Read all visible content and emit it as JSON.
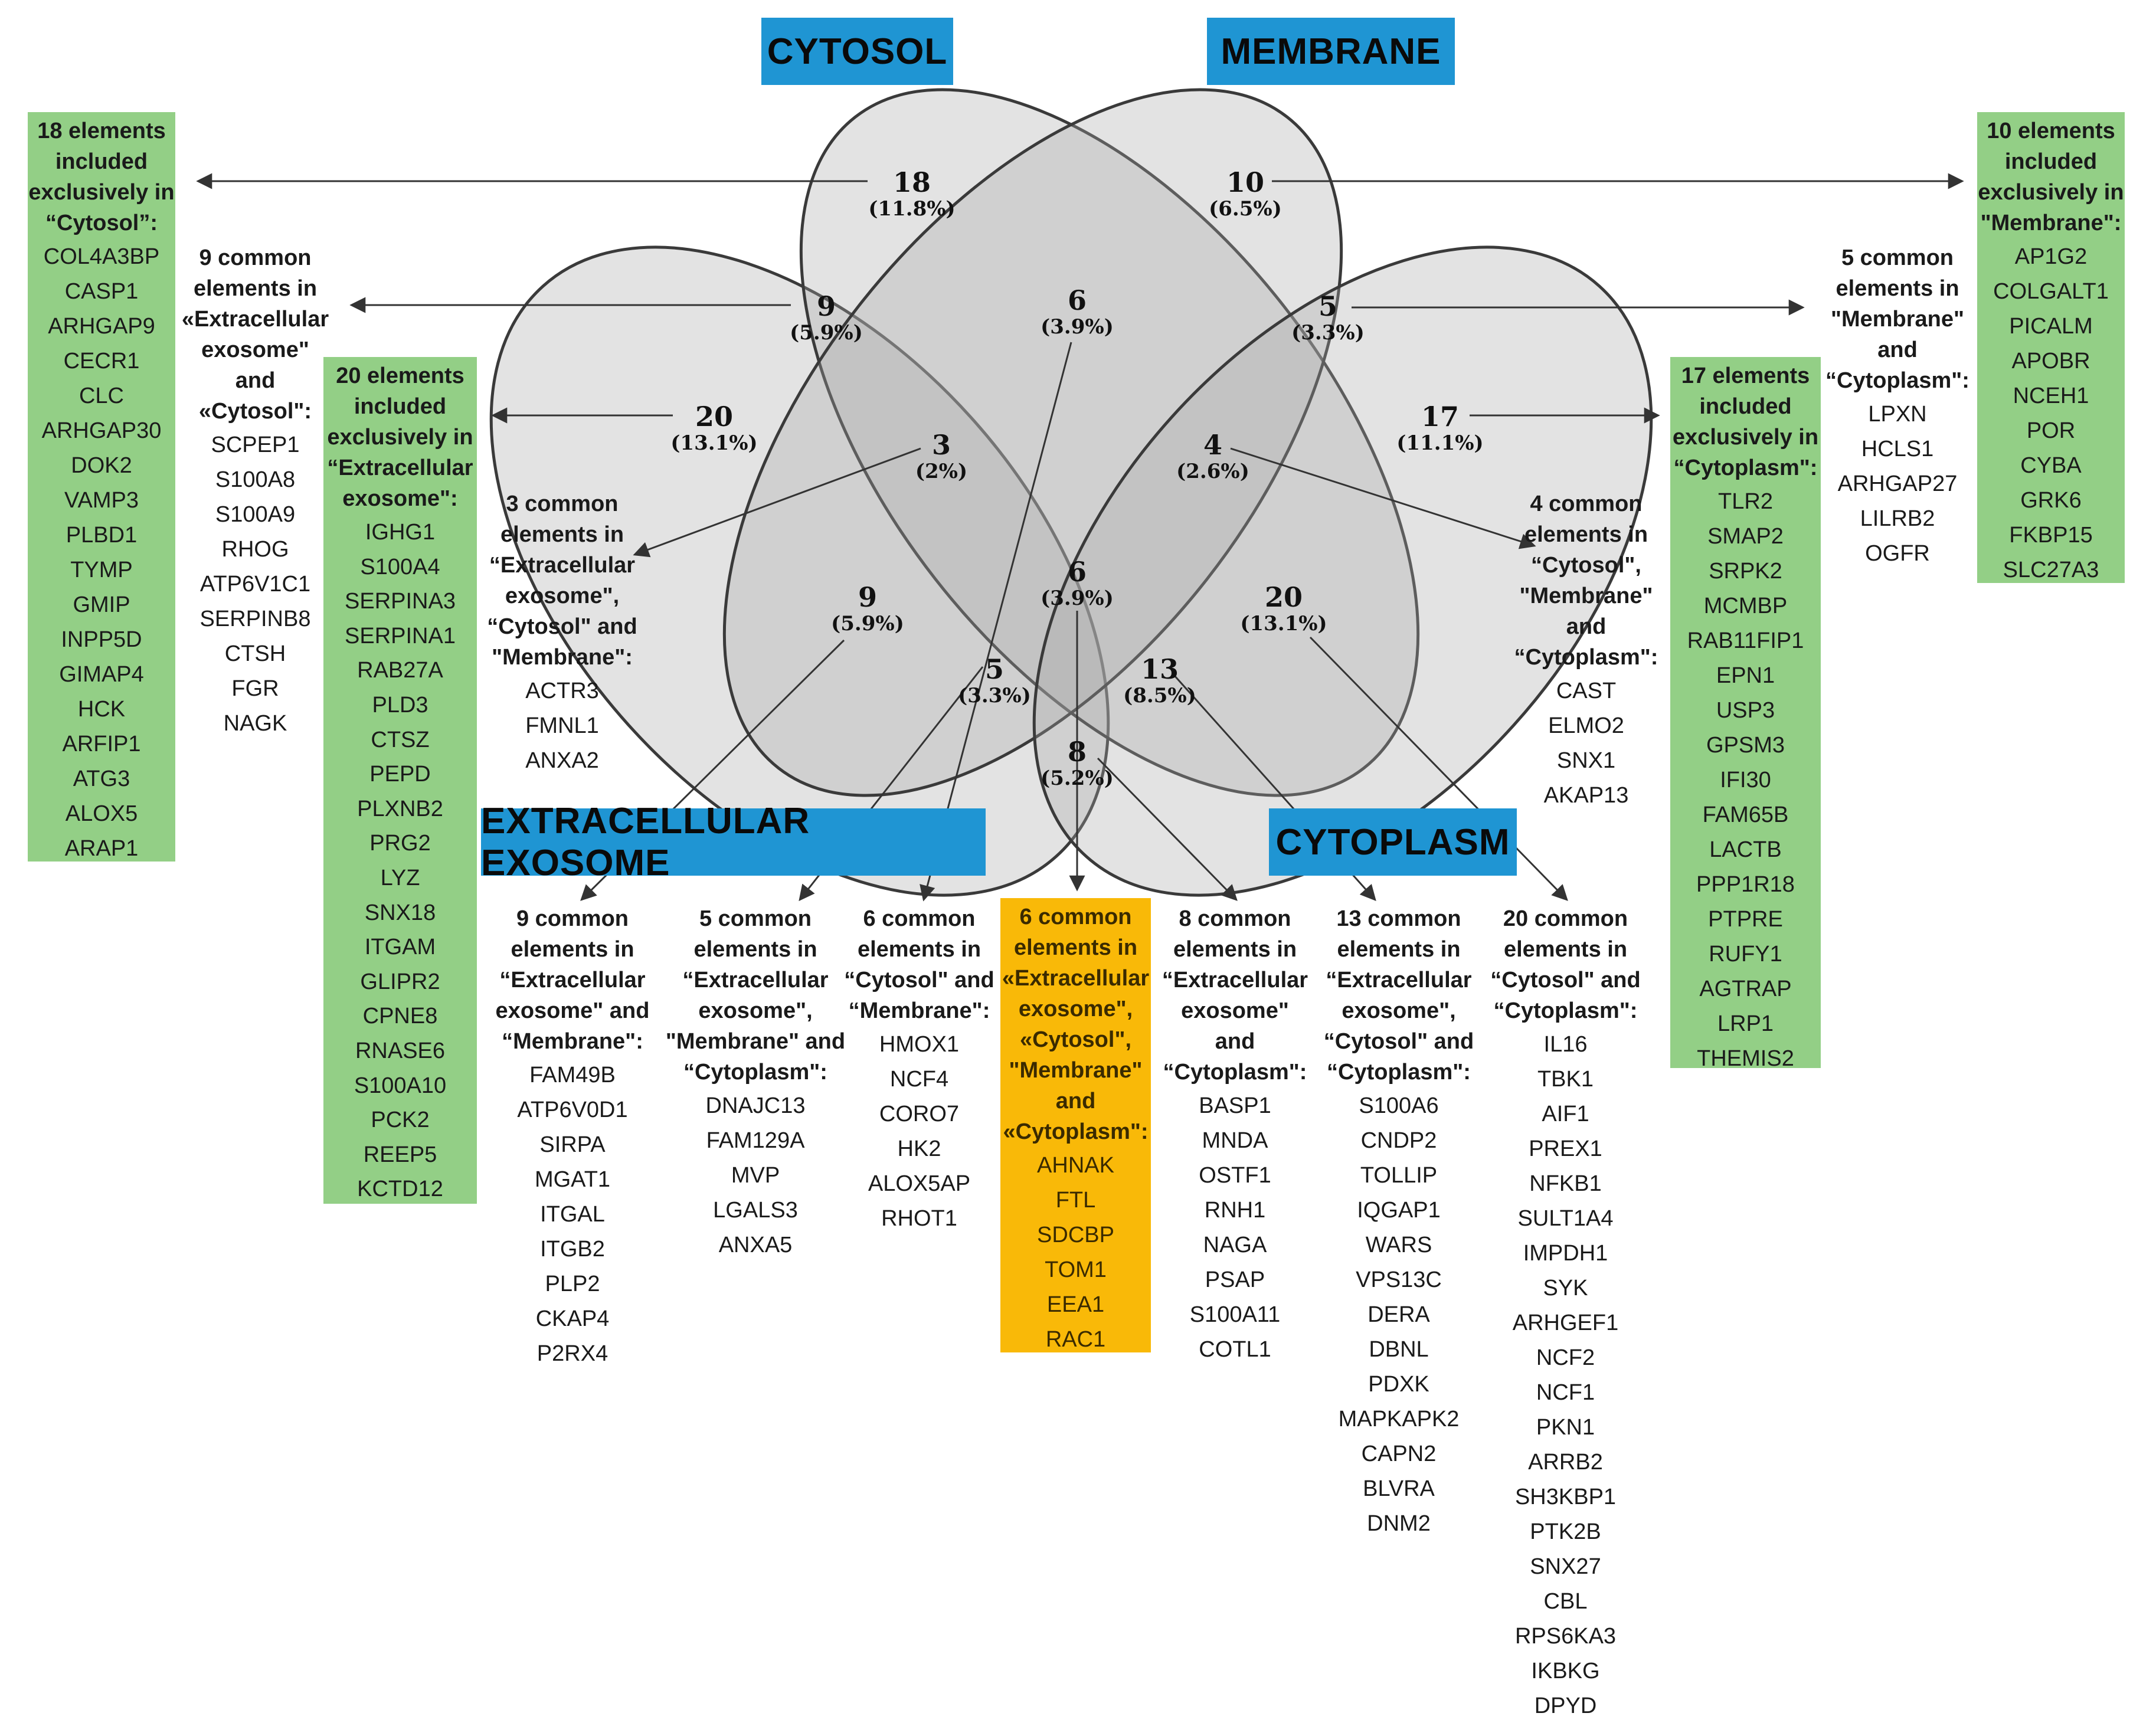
{
  "labels": {
    "cytosol": "CYTOSOL",
    "membrane": "MEMBRANE",
    "exosome": "EXTRACELLULAR EXOSOME",
    "cytoplasm": "CYTOPLASM"
  },
  "regions": [
    {
      "id": "cytosol-only",
      "count": "18",
      "pct": "(11.8%)"
    },
    {
      "id": "membrane-only",
      "count": "10",
      "pct": "(6.5%)"
    },
    {
      "id": "exosome-cytosol",
      "count": "9",
      "pct": "(5.9%)"
    },
    {
      "id": "cytosol-membrane",
      "count": "6",
      "pct": "(3.9%)"
    },
    {
      "id": "membrane-cytoplasm",
      "count": "5",
      "pct": "(3.3%)"
    },
    {
      "id": "exosome-only",
      "count": "20",
      "pct": "(13.1%)"
    },
    {
      "id": "exosome-cytosol-membrane",
      "count": "3",
      "pct": "(2%)"
    },
    {
      "id": "cytosol-membrane-cytoplasm",
      "count": "4",
      "pct": "(2.6%)"
    },
    {
      "id": "cytoplasm-only",
      "count": "17",
      "pct": "(11.1%)"
    },
    {
      "id": "exosome-membrane",
      "count": "9",
      "pct": "(5.9%)"
    },
    {
      "id": "all-four",
      "count": "6",
      "pct": "(3.9%)"
    },
    {
      "id": "cytosol-cytoplasm",
      "count": "20",
      "pct": "(13.1%)"
    },
    {
      "id": "exosome-membrane-cytoplasm",
      "count": "5",
      "pct": "(3.3%)"
    },
    {
      "id": "exosome-cytosol-cytoplasm",
      "count": "13",
      "pct": "(8.5%)"
    },
    {
      "id": "exosome-cytoplasm",
      "count": "8",
      "pct": "(5.2%)"
    }
  ],
  "lists": {
    "cytosol_only": {
      "title": "18 elements\nincluded\nexclusively in\n“Cytosol”:",
      "items": [
        "COL4A3BP",
        "CASP1",
        "ARHGAP9",
        "CECR1",
        "CLC",
        "ARHGAP30",
        "DOK2",
        "VAMP3",
        "PLBD1",
        "TYMP",
        "GMIP",
        "INPP5D",
        "GIMAP4",
        "HCK",
        "ARFIP1",
        "ATG3",
        "ALOX5",
        "ARAP1"
      ]
    },
    "exosome_cytosol": {
      "title": "9 common\nelements in\n«Extracellular\nexosome\"\nand\n«Cytosol\":",
      "items": [
        "SCPEP1",
        "S100A8",
        "S100A9",
        "RHOG",
        "ATP6V1C1",
        "SERPINB8",
        "CTSH",
        "FGR",
        "NAGK"
      ]
    },
    "exosome_only": {
      "title": "20 elements\nincluded\nexclusively in\n“Extracellular\nexosome\":",
      "items": [
        "IGHG1",
        "S100A4",
        "SERPINA3",
        "SERPINA1",
        "RAB27A",
        "PLD3",
        "CTSZ",
        "PEPD",
        "PLXNB2",
        "PRG2",
        "LYZ",
        "SNX18",
        "ITGAM",
        "GLIPR2",
        "CPNE8",
        "RNASE6",
        "S100A10",
        "PCK2",
        "REEP5",
        "KCTD12"
      ]
    },
    "exosome_cytosol_membrane": {
      "title": "3 common\nelements in\n“Extracellular\nexosome\",\n“Cytosol\" and\n\"Membrane\":",
      "items": [
        "ACTR3",
        "FMNL1",
        "ANXA2"
      ]
    },
    "cytosol_membrane_cytoplasm": {
      "title": "4 common\nelements in\n“Cytosol\",\n\"Membrane\"\nand\n“Cytoplasm\":",
      "items": [
        "CAST",
        "ELMO2",
        "SNX1",
        "AKAP13"
      ]
    },
    "cytoplasm_only": {
      "title": "17 elements\nincluded\nexclusively in\n“Cytoplasm\":",
      "items": [
        "TLR2",
        "SMAP2",
        "SRPK2",
        "MCMBP",
        "RAB11FIP1",
        "EPN1",
        "USP3",
        "GPSM3",
        "IFI30",
        "FAM65B",
        "LACTB",
        "PPP1R18",
        "PTPRE",
        "RUFY1",
        "AGTRAP",
        "LRP1",
        "THEMIS2"
      ]
    },
    "membrane_cytoplasm": {
      "title": "5 common\nelements in\n\"Membrane\"\nand\n“Cytoplasm\":",
      "items": [
        "LPXN",
        "HCLS1",
        "ARHGAP27",
        "LILRB2",
        "OGFR"
      ]
    },
    "membrane_only": {
      "title": "10 elements\nincluded\nexclusively in\n\"Membrane\":",
      "items": [
        "AP1G2",
        "COLGALT1",
        "PICALM",
        "APOBR",
        "NCEH1",
        "POR",
        "CYBA",
        "GRK6",
        "FKBP15",
        "SLC27A3"
      ]
    },
    "exosome_membrane": {
      "title": "9 common\nelements in\n“Extracellular\nexosome\" and\n“Membrane\":",
      "items": [
        "FAM49B",
        "ATP6V0D1",
        "SIRPA",
        "MGAT1",
        "ITGAL",
        "ITGB2",
        "PLP2",
        "CKAP4",
        "P2RX4"
      ]
    },
    "exosome_membrane_cytoplasm": {
      "title": "5 common\nelements in\n“Extracellular\nexosome\",\n\"Membrane\" and\n“Cytoplasm\":",
      "items": [
        "DNAJC13",
        "FAM129A",
        "MVP",
        "LGALS3",
        "ANXA5"
      ]
    },
    "cytosol_membrane": {
      "title": "6 common\nelements in\n“Cytosol\" and\n“Membrane\":",
      "items": [
        "HMOX1",
        "NCF4",
        "CORO7",
        "HK2",
        "ALOX5AP",
        "RHOT1"
      ]
    },
    "all_four": {
      "title": "6 common\nelements in\n«Extracellular\nexosome\",\n«Cytosol\",\n\"Membrane\"\nand\n«Cytoplasm\":",
      "items": [
        "AHNAK",
        "FTL",
        "SDCBP",
        "TOM1",
        "EEA1",
        "RAC1"
      ]
    },
    "exosome_cytoplasm": {
      "title": "8 common\nelements in\n“Extracellular\nexosome\"\nand\n“Cytoplasm\":",
      "items": [
        "BASP1",
        "MNDA",
        "OSTF1",
        "RNH1",
        "NAGA",
        "PSAP",
        "S100A11",
        "COTL1"
      ]
    },
    "exosome_cytosol_cytoplasm": {
      "title": "13 common\nelements in\n“Extracellular\nexosome\",\n“Cytosol\" and\n“Cytoplasm\":",
      "items": [
        "S100A6",
        "CNDP2",
        "TOLLIP",
        "IQGAP1",
        "WARS",
        "VPS13C",
        "DERA",
        "DBNL",
        "PDXK",
        "MAPKAPK2",
        "CAPN2",
        "BLVRA",
        "DNM2"
      ]
    },
    "cytosol_cytoplasm": {
      "title": "20 common\nelements in\n“Cytosol\" and\n“Cytoplasm\":",
      "items": [
        "IL16",
        "TBK1",
        "AIF1",
        "PREX1",
        "NFKB1",
        "SULT1A4",
        "IMPDH1",
        "SYK",
        "ARHGEF1",
        "NCF2",
        "NCF1",
        "PKN1",
        "ARRB2",
        "SH3KBP1",
        "PTK2B",
        "SNX27",
        "CBL",
        "RPS6KA3",
        "IKBKG",
        "DPYD"
      ]
    }
  }
}
